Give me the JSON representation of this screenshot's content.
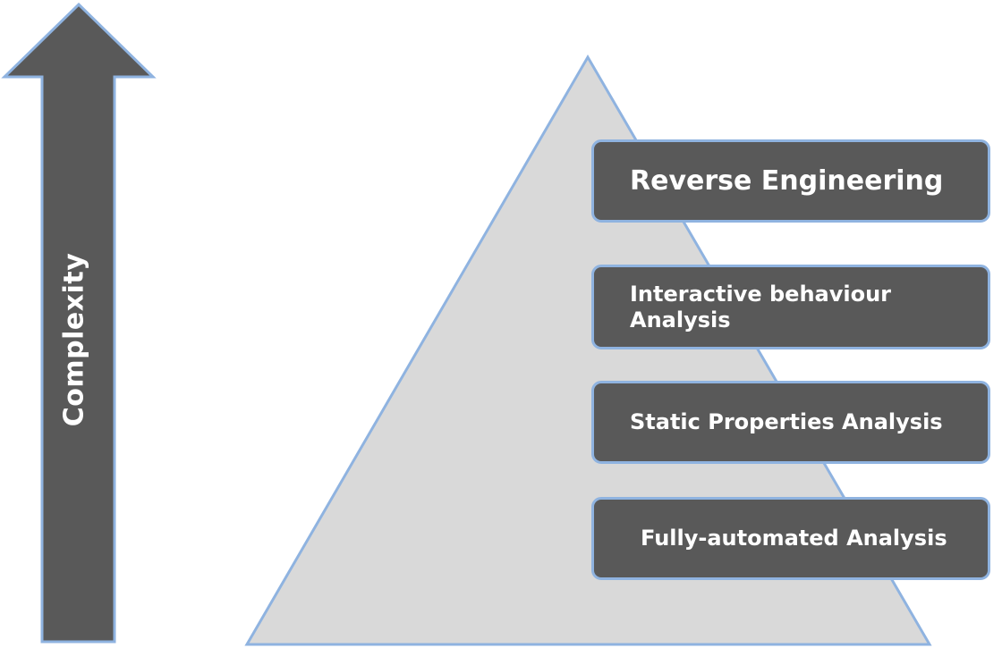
{
  "axis": {
    "label": "Complexity",
    "arrow_color": "#595959",
    "outline_color": "#8fb3e0"
  },
  "pyramid": {
    "fill_color": "#d9d9d9",
    "outline_color": "#8fb3e0"
  },
  "levels": [
    {
      "label": "Reverse Engineering"
    },
    {
      "label": "Interactive behaviour Analysis"
    },
    {
      "label": "Static Properties Analysis"
    },
    {
      "label": "Fully-automated Analysis"
    }
  ],
  "level_box_color": "#595959"
}
